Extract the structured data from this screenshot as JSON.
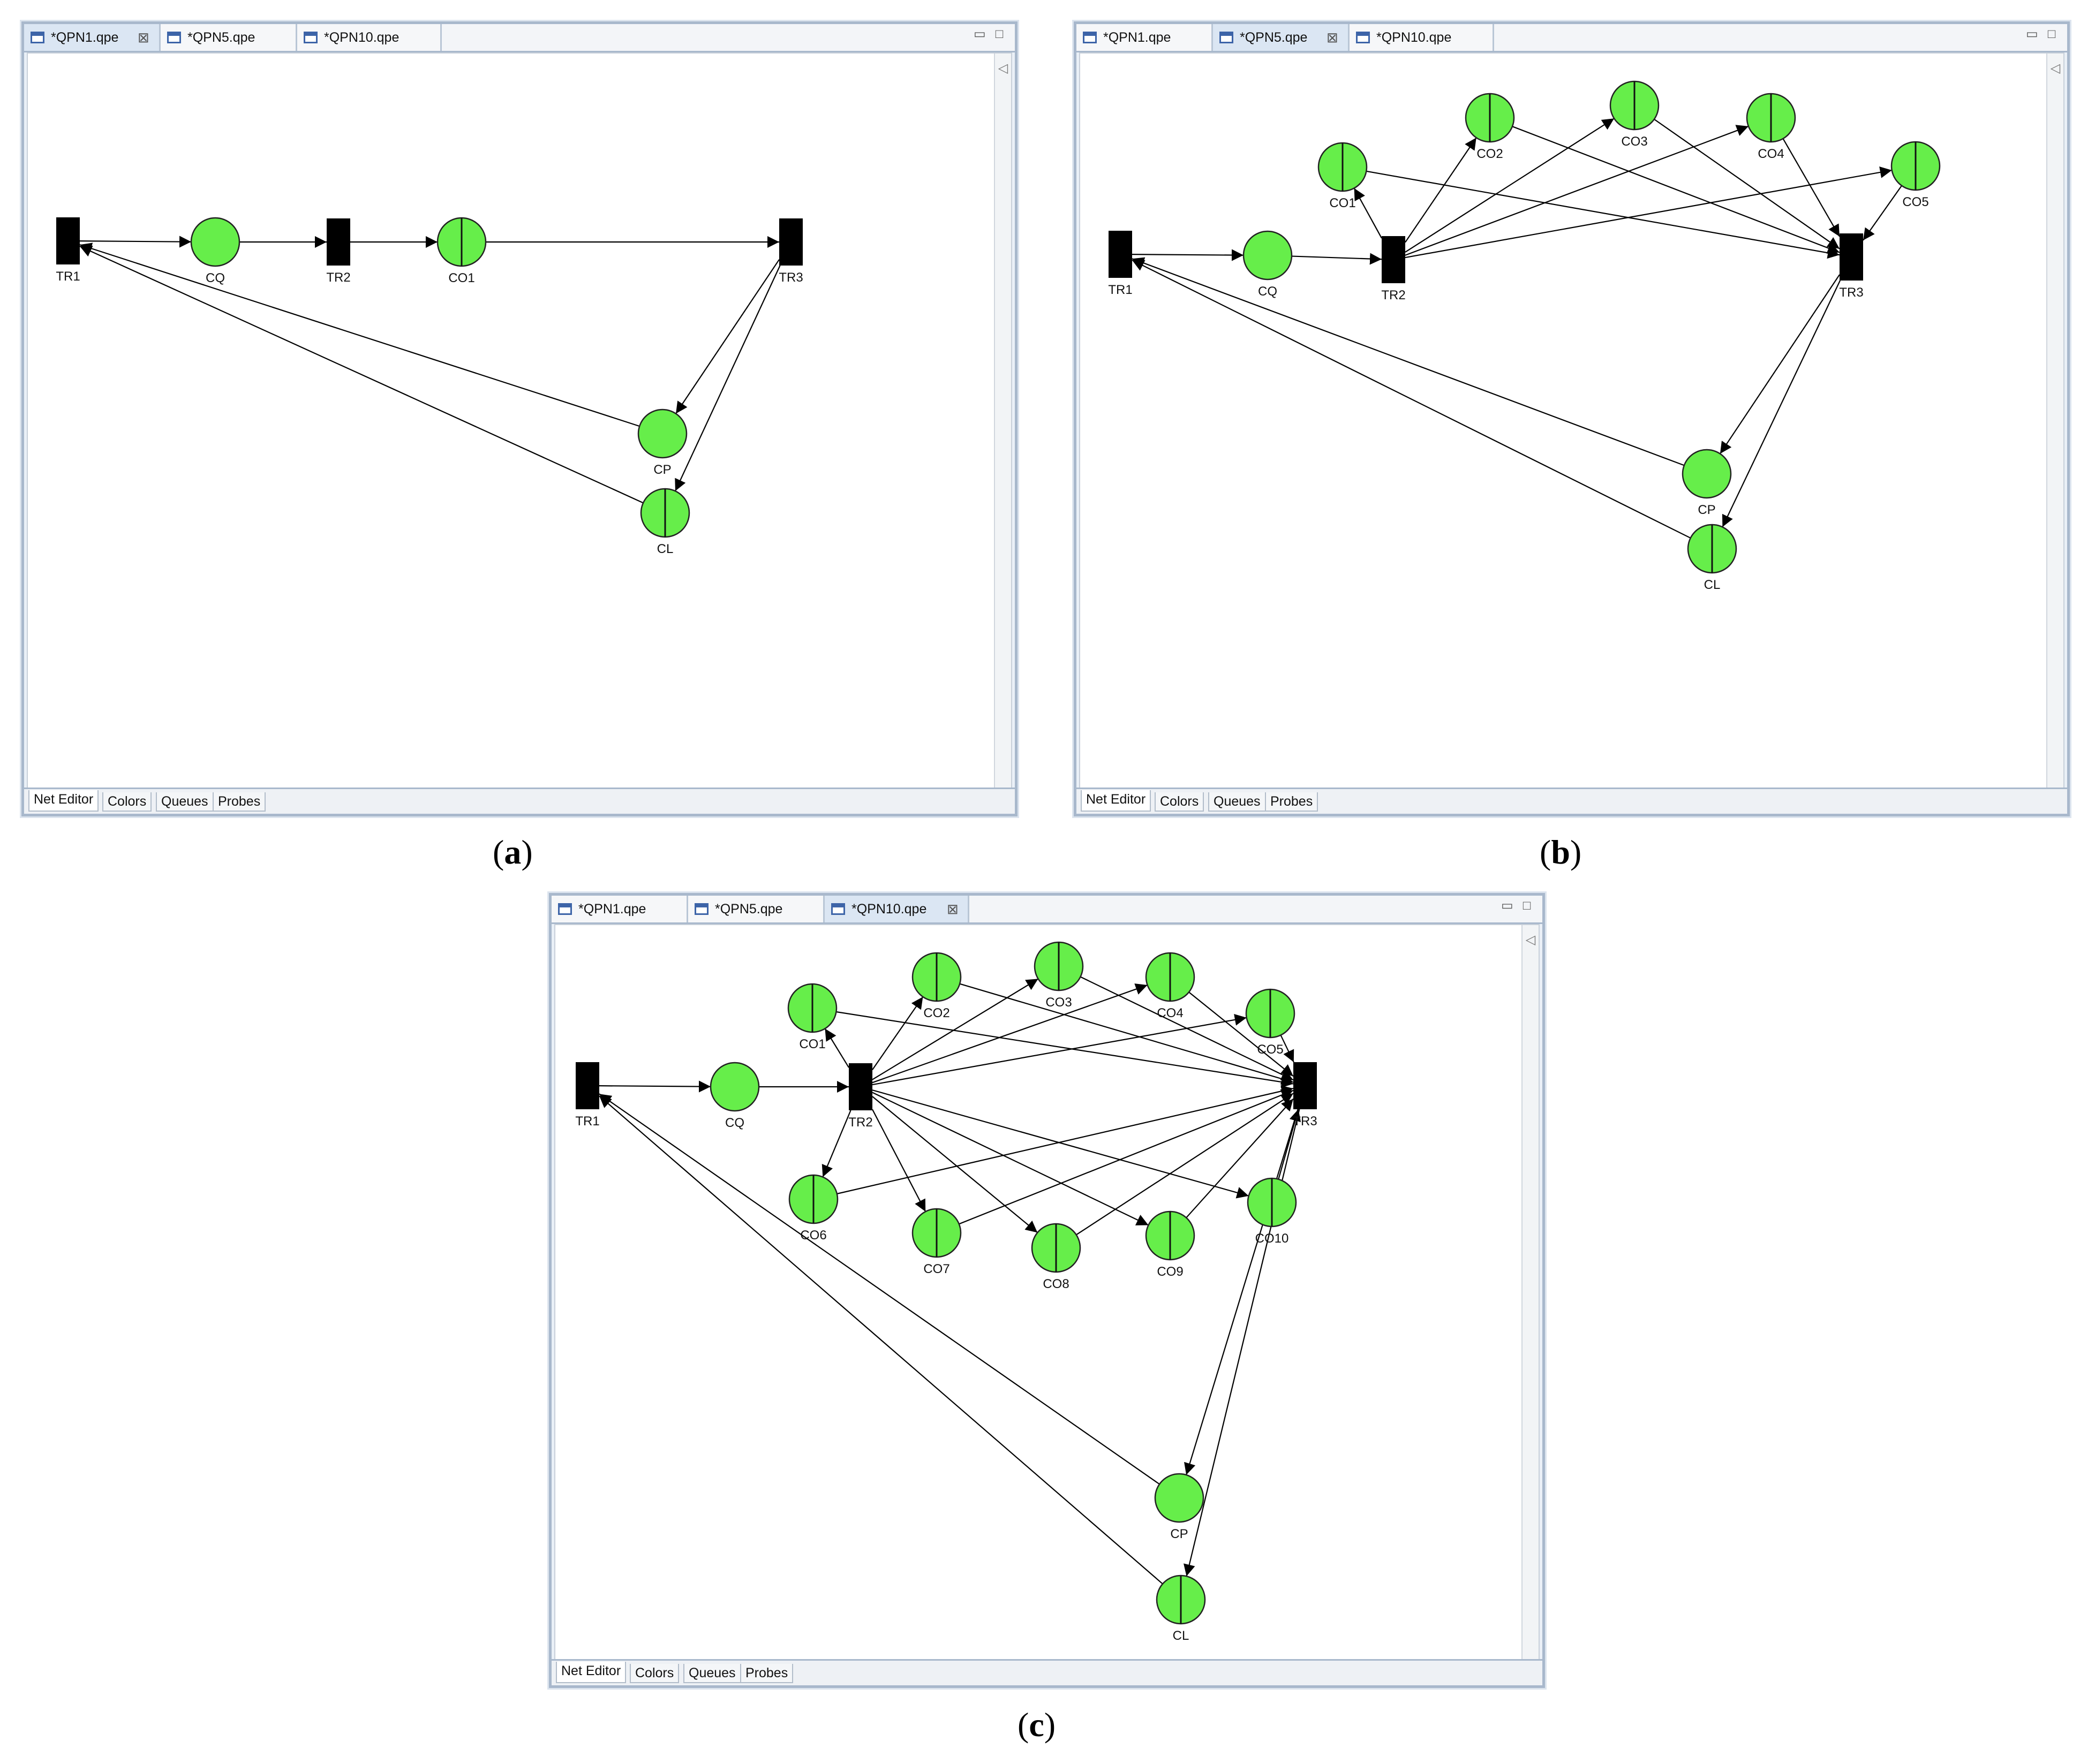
{
  "tabs": [
    "*QPN1.qpe",
    "*QPN5.qpe",
    "*QPN10.qpe"
  ],
  "bottom_tabs": [
    "Net Editor",
    "Colors",
    "Queues",
    "Probes"
  ],
  "panels": [
    {
      "caption": "a",
      "active_tab": 0,
      "nodes": [
        {
          "id": "TR1",
          "label": "TR1",
          "kind": "transition"
        },
        {
          "id": "CQ",
          "label": "CQ",
          "kind": "place"
        },
        {
          "id": "TR2",
          "label": "TR2",
          "kind": "transition"
        },
        {
          "id": "CO1",
          "label": "CO1",
          "kind": "queue-place"
        },
        {
          "id": "TR3",
          "label": "TR3",
          "kind": "transition"
        },
        {
          "id": "CP",
          "label": "CP",
          "kind": "place"
        },
        {
          "id": "CL",
          "label": "CL",
          "kind": "queue-place"
        }
      ],
      "arcs": [
        [
          "TR1",
          "CQ"
        ],
        [
          "CQ",
          "TR2"
        ],
        [
          "TR2",
          "CO1"
        ],
        [
          "CO1",
          "TR3"
        ],
        [
          "TR3",
          "CP"
        ],
        [
          "TR3",
          "CL"
        ],
        [
          "CP",
          "TR1"
        ],
        [
          "CL",
          "TR1"
        ]
      ]
    },
    {
      "caption": "b",
      "active_tab": 1,
      "nodes": [
        {
          "id": "TR1",
          "label": "TR1",
          "kind": "transition"
        },
        {
          "id": "CQ",
          "label": "CQ",
          "kind": "place"
        },
        {
          "id": "TR2",
          "label": "TR2",
          "kind": "transition"
        },
        {
          "id": "CO1",
          "label": "CO1",
          "kind": "queue-place"
        },
        {
          "id": "CO2",
          "label": "CO2",
          "kind": "queue-place"
        },
        {
          "id": "CO3",
          "label": "CO3",
          "kind": "queue-place"
        },
        {
          "id": "CO4",
          "label": "CO4",
          "kind": "queue-place"
        },
        {
          "id": "CO5",
          "label": "CO5",
          "kind": "queue-place"
        },
        {
          "id": "TR3",
          "label": "TR3",
          "kind": "transition"
        },
        {
          "id": "CP",
          "label": "CP",
          "kind": "place"
        },
        {
          "id": "CL",
          "label": "CL",
          "kind": "queue-place"
        }
      ],
      "arcs": [
        [
          "TR1",
          "CQ"
        ],
        [
          "CQ",
          "TR2"
        ],
        [
          "TR2",
          "CO1"
        ],
        [
          "TR2",
          "CO2"
        ],
        [
          "TR2",
          "CO3"
        ],
        [
          "TR2",
          "CO4"
        ],
        [
          "TR2",
          "CO5"
        ],
        [
          "CO1",
          "TR3"
        ],
        [
          "CO2",
          "TR3"
        ],
        [
          "CO3",
          "TR3"
        ],
        [
          "CO4",
          "TR3"
        ],
        [
          "CO5",
          "TR3"
        ],
        [
          "TR3",
          "CP"
        ],
        [
          "TR3",
          "CL"
        ],
        [
          "CP",
          "TR1"
        ],
        [
          "CL",
          "TR1"
        ]
      ]
    },
    {
      "caption": "c",
      "active_tab": 2,
      "nodes": [
        {
          "id": "TR1",
          "label": "TR1",
          "kind": "transition"
        },
        {
          "id": "CQ",
          "label": "CQ",
          "kind": "place"
        },
        {
          "id": "TR2",
          "label": "TR2",
          "kind": "transition"
        },
        {
          "id": "CO1",
          "label": "CO1",
          "kind": "queue-place"
        },
        {
          "id": "CO2",
          "label": "CO2",
          "kind": "queue-place"
        },
        {
          "id": "CO3",
          "label": "CO3",
          "kind": "queue-place"
        },
        {
          "id": "CO4",
          "label": "CO4",
          "kind": "queue-place"
        },
        {
          "id": "CO5",
          "label": "CO5",
          "kind": "queue-place"
        },
        {
          "id": "CO6",
          "label": "CO6",
          "kind": "queue-place"
        },
        {
          "id": "CO7",
          "label": "CO7",
          "kind": "queue-place"
        },
        {
          "id": "CO8",
          "label": "CO8",
          "kind": "queue-place"
        },
        {
          "id": "CO9",
          "label": "CO9",
          "kind": "queue-place"
        },
        {
          "id": "CO10",
          "label": "CO10",
          "kind": "queue-place"
        },
        {
          "id": "TR3",
          "label": "TR3",
          "kind": "transition"
        },
        {
          "id": "CP",
          "label": "CP",
          "kind": "place"
        },
        {
          "id": "CL",
          "label": "CL",
          "kind": "queue-place"
        }
      ],
      "arcs": [
        [
          "TR1",
          "CQ"
        ],
        [
          "CQ",
          "TR2"
        ],
        [
          "TR2",
          "CO1"
        ],
        [
          "TR2",
          "CO2"
        ],
        [
          "TR2",
          "CO3"
        ],
        [
          "TR2",
          "CO4"
        ],
        [
          "TR2",
          "CO5"
        ],
        [
          "TR2",
          "CO6"
        ],
        [
          "TR2",
          "CO7"
        ],
        [
          "TR2",
          "CO8"
        ],
        [
          "TR2",
          "CO9"
        ],
        [
          "TR2",
          "CO10"
        ],
        [
          "CO1",
          "TR3"
        ],
        [
          "CO2",
          "TR3"
        ],
        [
          "CO3",
          "TR3"
        ],
        [
          "CO4",
          "TR3"
        ],
        [
          "CO5",
          "TR3"
        ],
        [
          "CO6",
          "TR3"
        ],
        [
          "CO7",
          "TR3"
        ],
        [
          "CO8",
          "TR3"
        ],
        [
          "CO9",
          "TR3"
        ],
        [
          "CO10",
          "TR3"
        ],
        [
          "TR3",
          "CP"
        ],
        [
          "TR3",
          "CL"
        ],
        [
          "CP",
          "TR1"
        ],
        [
          "CL",
          "TR1"
        ]
      ]
    }
  ],
  "colors": {
    "place_fill": "#66ee4a",
    "transition_fill": "#000000",
    "arc": "#000000"
  }
}
